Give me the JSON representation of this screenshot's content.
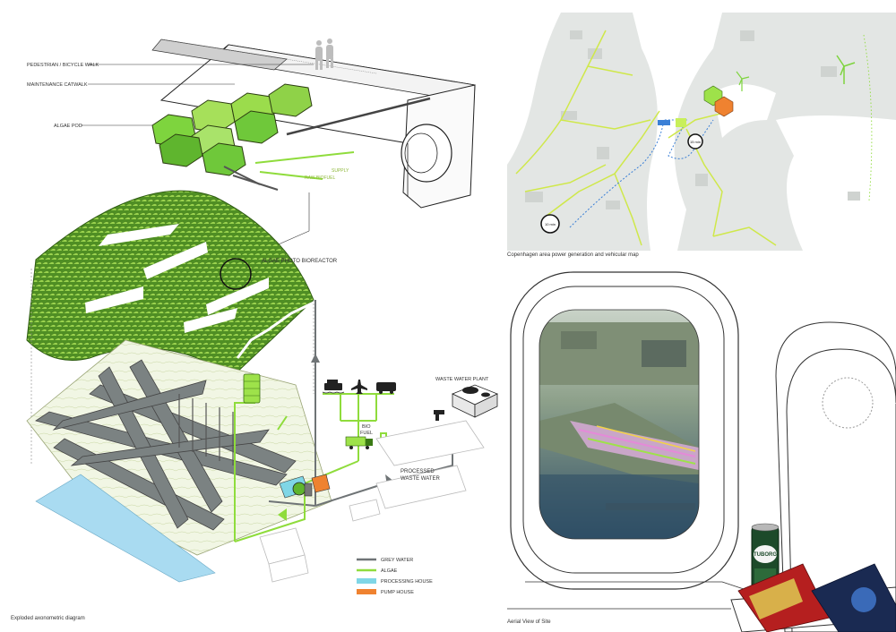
{
  "labels": {
    "walk": "PEDESTRIAN / BICYCLE WALK",
    "catwalk": "MAINTENANCE CATWALK",
    "pod": "ALGAE POD",
    "supply": "SUPPLY",
    "raw_biofuel": "RAW BIOFUEL",
    "bioreactor": "ALGAE PHOTO BIOREACTOR",
    "waste_plant": "WASTE WATER PLANT",
    "bio": "BIO",
    "fuel": "FUEL",
    "processed": "PROCESSED",
    "waste_water": "WASTE WATER"
  },
  "legend": [
    {
      "label": "GREY WATER",
      "color": "#6f7476"
    },
    {
      "label": "ALGAE",
      "color": "#8fdc3c"
    },
    {
      "label": "PROCESSING HOUSE",
      "color": "#7fd6e6"
    },
    {
      "label": "PUMP HOUSE",
      "color": "#ef8230"
    }
  ],
  "captions": {
    "axo": "Exploded axonometric diagram",
    "map": "Copenhagen area power generation and vehicular map",
    "aerial": "Aerial View of Site"
  },
  "map_badges": {
    "left": "10 min",
    "right": "15 min"
  },
  "can_brand": "TUBORG",
  "colors": {
    "algae": "#8fdc3c",
    "grey": "#6f7476",
    "map_route": "#cfe84a",
    "map_bg": "#e3e6e4"
  }
}
